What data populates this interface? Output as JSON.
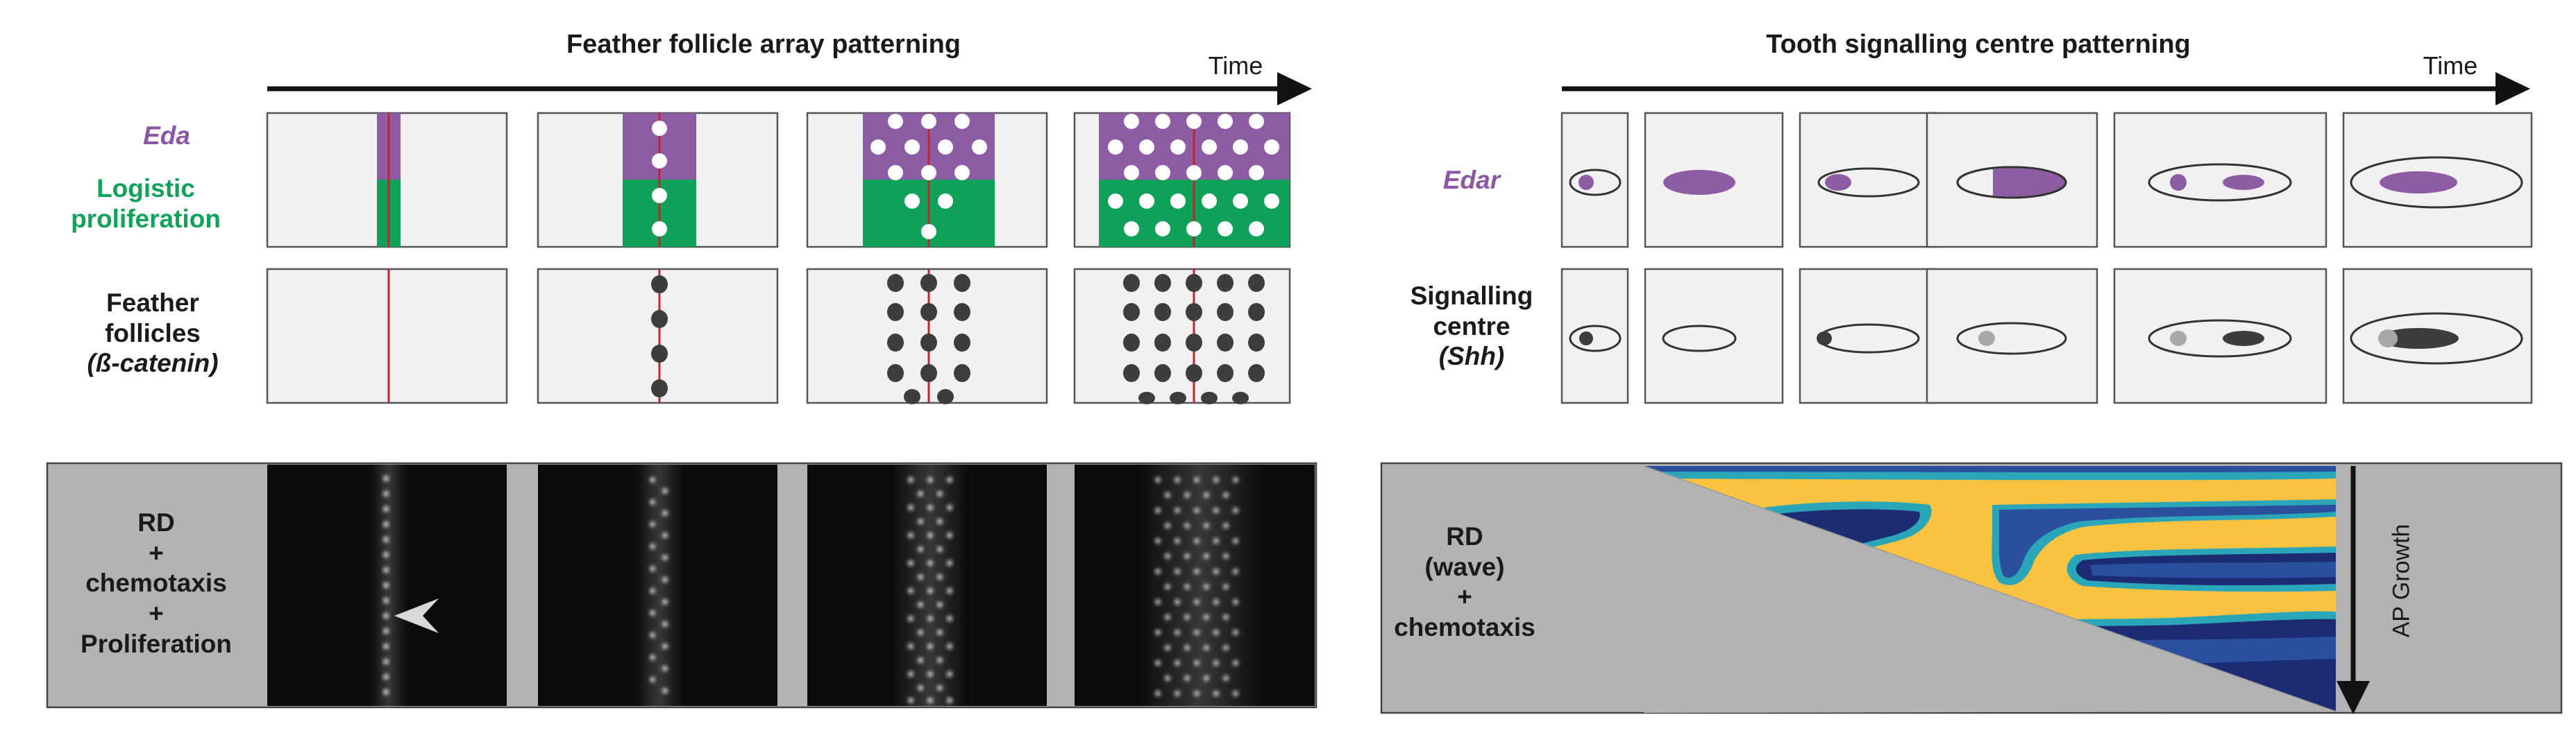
{
  "left_panel": {
    "title": "Feather follicle array patterning",
    "time_label": "Time",
    "row_labels": {
      "eda": "Eda",
      "logistic": [
        "Logistic",
        "proliferation"
      ],
      "feather": [
        "Feather",
        "follicles",
        "(ß-catenin)"
      ]
    },
    "model_label": [
      "RD",
      "+",
      "chemotaxis",
      "+",
      "Proliferation"
    ]
  },
  "right_panel": {
    "title": "Tooth signalling centre patterning",
    "time_label": "Time",
    "row_labels": {
      "edar": "Edar",
      "signalling": [
        "Signalling",
        "centre",
        "(Shh)"
      ]
    },
    "model_label": [
      "RD",
      "(wave)",
      "+",
      "chemotaxis"
    ],
    "axis_label": "AP Growth"
  },
  "colors": {
    "purple": "#8e5ba5",
    "green": "#0fa05a",
    "red_line": "#c0262c",
    "dot": "#3d3d3d",
    "panel_bg": "#f2f0f0",
    "grey": "#b3b3b3",
    "sim_yellow": "#fcc340",
    "sim_navy": "#1b2c74",
    "sim_blue": "#2a4f9c",
    "sim_teal": "#2aa6b8"
  }
}
